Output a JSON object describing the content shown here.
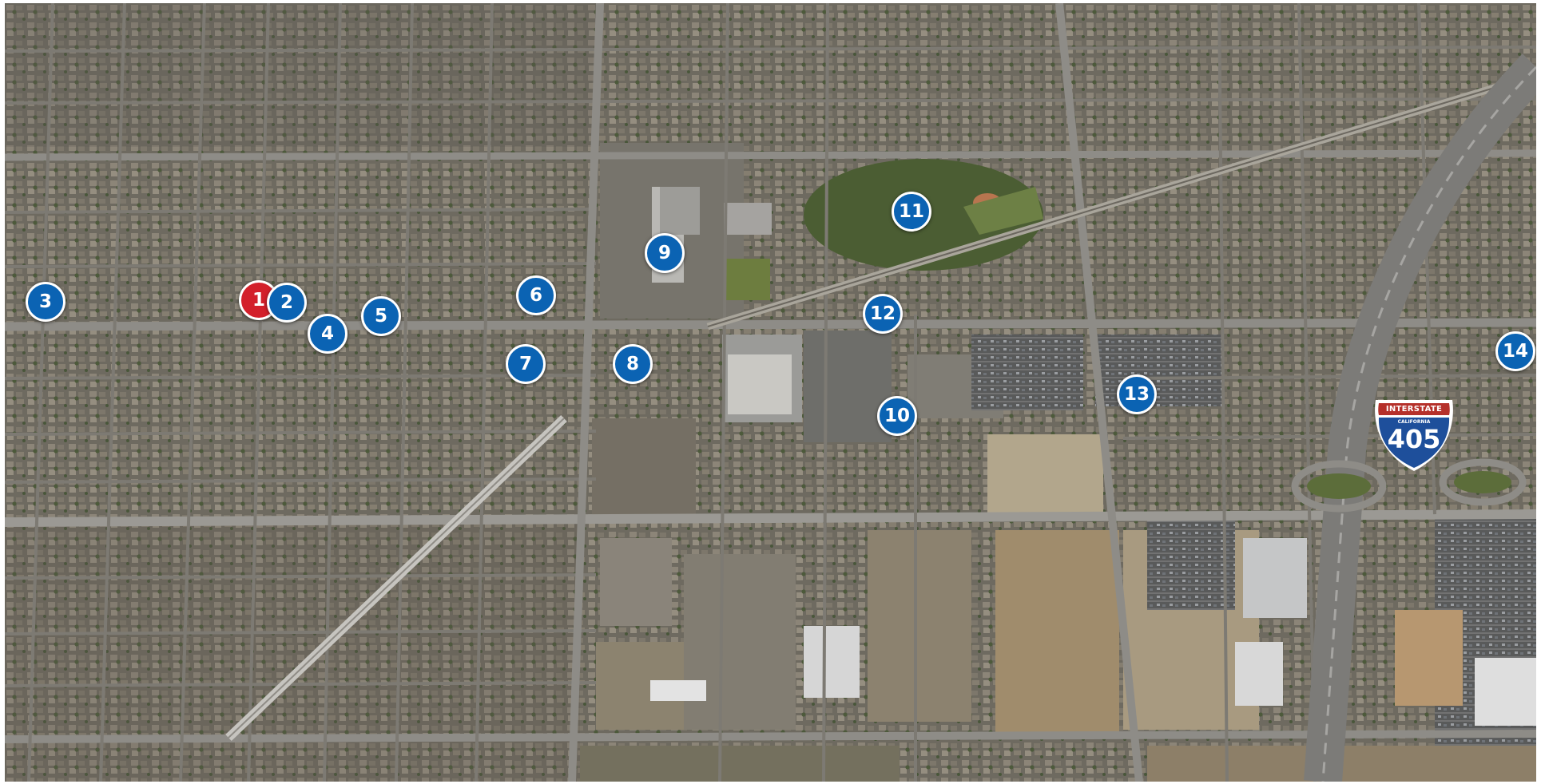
{
  "map": {
    "view": "satellite-aerial",
    "markers": [
      {
        "label": "1",
        "color": "#d3202b",
        "primary": true
      },
      {
        "label": "2",
        "color": "#0b63b3"
      },
      {
        "label": "3",
        "color": "#0b63b3"
      },
      {
        "label": "4",
        "color": "#0b63b3"
      },
      {
        "label": "5",
        "color": "#0b63b3"
      },
      {
        "label": "6",
        "color": "#0b63b3"
      },
      {
        "label": "7",
        "color": "#0b63b3"
      },
      {
        "label": "8",
        "color": "#0b63b3"
      },
      {
        "label": "9",
        "color": "#0b63b3"
      },
      {
        "label": "10",
        "color": "#0b63b3"
      },
      {
        "label": "11",
        "color": "#0b63b3"
      },
      {
        "label": "12",
        "color": "#0b63b3"
      },
      {
        "label": "13",
        "color": "#0b63b3"
      },
      {
        "label": "14",
        "color": "#0b63b3"
      }
    ],
    "highway_shield": {
      "icon": "interstate-shield-icon",
      "top": "INTERSTATE",
      "state": "CALIFORNIA",
      "number": "405",
      "colors": {
        "top": "#b5302a",
        "body": "#1e4f9b",
        "border": "#ffffff"
      }
    }
  }
}
